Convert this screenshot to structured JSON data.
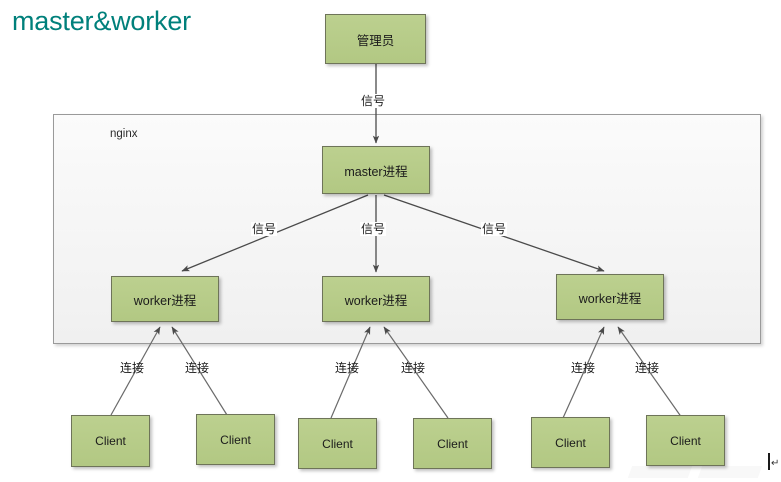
{
  "title": "master&worker",
  "colors": {
    "title": "#00807b",
    "node_fill": "#b6c98a",
    "node_border": "#6e7459",
    "container_border": "#9a9a9a",
    "container_fill": "#f4f4f4",
    "arrow": "#4a4a4a"
  },
  "container": {
    "label": "nginx"
  },
  "nodes": {
    "admin": {
      "label": "管理员"
    },
    "master": {
      "label": "master进程"
    },
    "workers": [
      {
        "label": "worker进程"
      },
      {
        "label": "worker进程"
      },
      {
        "label": "worker进程"
      }
    ],
    "clients": [
      {
        "label": "Client"
      },
      {
        "label": "Client"
      },
      {
        "label": "Client"
      },
      {
        "label": "Client"
      },
      {
        "label": "Client"
      },
      {
        "label": "Client"
      }
    ]
  },
  "edges": {
    "admin_to_master": {
      "label": "信号"
    },
    "master_to_workers": [
      {
        "label": "信号"
      },
      {
        "label": "信号"
      },
      {
        "label": "信号"
      }
    ],
    "clients_to_workers": [
      {
        "label": "连接"
      },
      {
        "label": "连接"
      },
      {
        "label": "连接"
      },
      {
        "label": "连接"
      },
      {
        "label": "连接"
      },
      {
        "label": "连接"
      }
    ]
  },
  "cursor": {
    "mark": "↵"
  }
}
